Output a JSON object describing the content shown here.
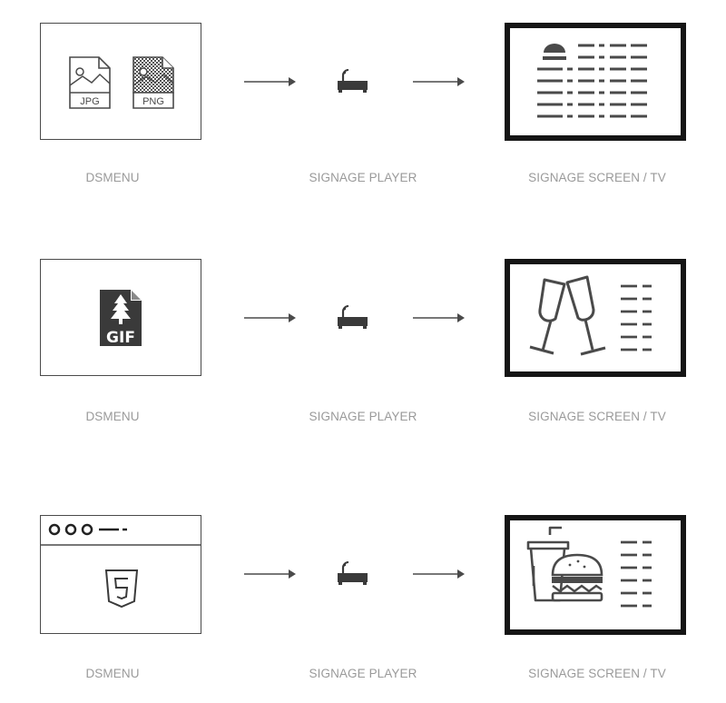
{
  "rows": [
    {
      "source_label": "DSMENU",
      "player_label": "SIGNAGE PLAYER",
      "screen_label": "SIGNAGE SCREEN / TV",
      "file_types": [
        "JPG",
        "PNG"
      ],
      "source_icon": "image-files-icon",
      "screen_icon": "burger-menu-screen-icon"
    },
    {
      "source_label": "DSMENU",
      "player_label": "SIGNAGE PLAYER",
      "screen_label": "SIGNAGE SCREEN / TV",
      "file_types": [
        "GIF"
      ],
      "source_icon": "gif-file-icon",
      "screen_icon": "champagne-glasses-screen-icon"
    },
    {
      "source_label": "DSMENU",
      "player_label": "SIGNAGE PLAYER",
      "screen_label": "SIGNAGE SCREEN / TV",
      "file_types": [],
      "source_icon": "html5-browser-icon",
      "screen_icon": "drink-burger-screen-icon"
    }
  ],
  "colors": {
    "stroke": "#4a4a4a",
    "screen_frame": "#151515",
    "label": "#9a9a9a"
  }
}
